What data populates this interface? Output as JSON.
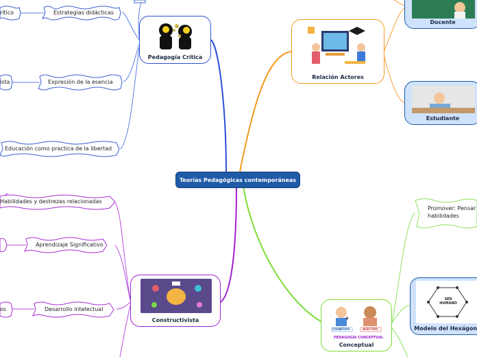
{
  "central_topic": "Teorías Pedagógicas contemporáneas",
  "branches": {
    "pedagogia_critica": {
      "title": "Pedagogía Crítica",
      "items": [
        "Estrategias didácticas",
        "Expresión de la esencia",
        "Educación como practica de la libertad"
      ],
      "left_fragments": [
        "rítico",
        "ista"
      ]
    },
    "relacion_actores": {
      "title": "Relación Actores",
      "children": [
        "Docente",
        "Estudiante"
      ]
    },
    "constructivista": {
      "title": "Constructivista",
      "items": [
        "Habilidades y destrezas relacionadas",
        "Aprendizaje Significativo",
        "Desarrollo intelectual"
      ],
      "left_fragments": [
        "os"
      ]
    },
    "conceptual": {
      "title": "Conceptual",
      "image_labels": [
        "COGNITIVO",
        "AFECTIVO",
        "PEDAGOGÍA CONCEPTUAL"
      ],
      "items": [
        "Promover: Pensar habilidades"
      ],
      "children": [
        "Modelo del Hexágono"
      ],
      "hexagon_center": "SER HUMANO"
    }
  },
  "colors": {
    "center": "#1f5aa6",
    "pedagogia_critica": "#3b5fd0",
    "relacion_actores": "#f29a1f",
    "constructivista": "#a62fd0",
    "conceptual": "#7fd84a"
  }
}
